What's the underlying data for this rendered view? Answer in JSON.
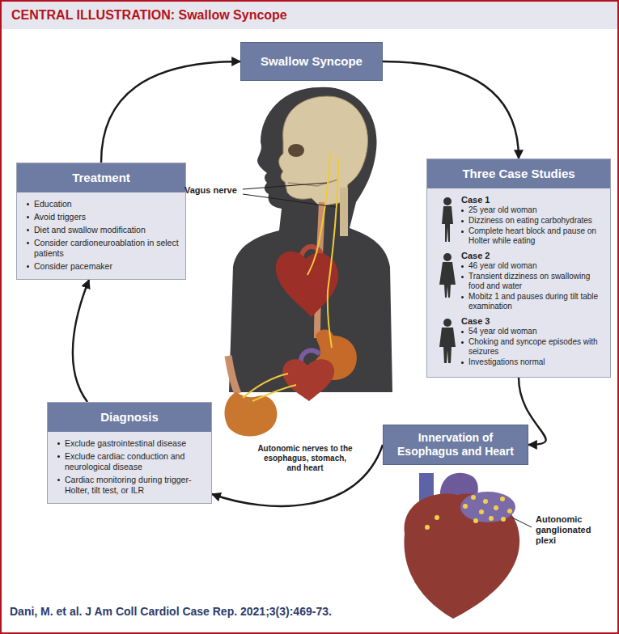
{
  "diagram": {
    "title": "CENTRAL ILLUSTRATION: Swallow Syncope",
    "caption": "Dani, M. et al. J Am Coll Cardiol Case Rep. 2021;3(3):469-73.",
    "nodes": [
      {
        "text": [
          "Swallow Syncope"
        ]
      },
      {
        "text": [
          "Three Case Studies"
        ]
      },
      {
        "text": [
          "Case 1",
          "25 year old woman",
          "Dizziness on eating carbohydrates",
          "Complete heart block and pause on Holter while eating"
        ],
        "in": 1
      },
      {
        "text": [
          "Case 2",
          "46 year old woman",
          "Transient dizziness on swallowing food and water",
          "Mobitz 1 and pauses during tilt table examination"
        ],
        "in": 1
      },
      {
        "text": [
          "Case 3",
          "54 year old woman",
          "Choking and syncope episodes with seizures",
          "Investigations normal"
        ],
        "in": 1
      },
      {
        "text": [
          "Innervation of Esophagus and Heart"
        ]
      },
      {
        "text": [
          "Diagnosis",
          "Exclude gastrointestinal disease",
          "Exclude cardiac conduction and neurological disease",
          "Cardiac monitoring during trigger-Holter, tilt test, or ILR"
        ]
      },
      {
        "text": [
          "Treatment",
          "Education",
          "Avoid triggers",
          "Diet and swallow modification",
          "Consider cardioneuroablation in select patients",
          "Consider pacemaker"
        ]
      }
    ],
    "edges": [
      {
        "from": 0,
        "to": 1,
        "arrow": "to"
      },
      {
        "from": 1,
        "to": 5,
        "arrow": "to"
      },
      {
        "from": 5,
        "to": 6,
        "arrow": "to"
      },
      {
        "from": 6,
        "to": 7,
        "arrow": "to"
      },
      {
        "from": 7,
        "to": 0,
        "arrow": "to"
      }
    ],
    "labels": [
      "Vagus nerve",
      "Autonomic nerves to the esophagus, stomach, and heart",
      "Autonomic ganglionated plexi"
    ]
  }
}
